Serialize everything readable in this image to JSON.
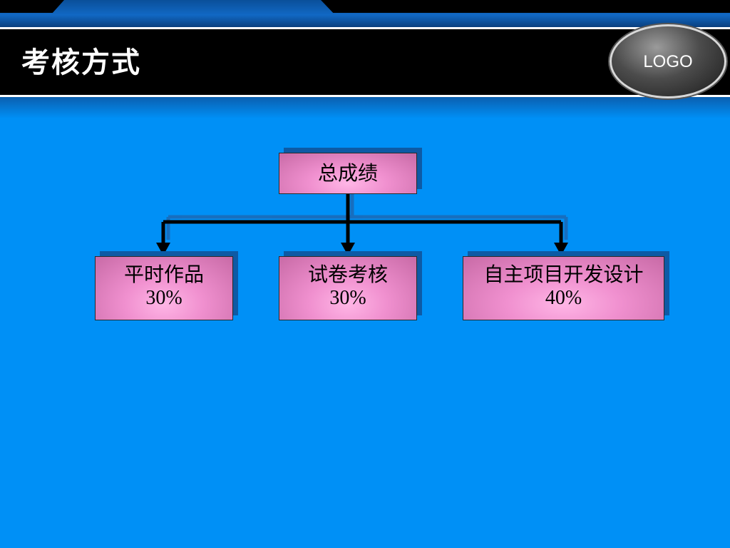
{
  "header": {
    "title": "考核方式",
    "logo_text": "LOGO"
  },
  "diagram": {
    "root": {
      "label": "总成绩"
    },
    "children": [
      {
        "label": "平时作品",
        "percent": "30%"
      },
      {
        "label": "试卷考核",
        "percent": "30%"
      },
      {
        "label": "自主项目开发设计",
        "percent": "40%"
      }
    ]
  },
  "colors": {
    "background": "#0090f6",
    "title_band": "#000000",
    "node_fill": "#f090cf",
    "node_shadow": "#0d5aa5",
    "connector": "#000000"
  }
}
